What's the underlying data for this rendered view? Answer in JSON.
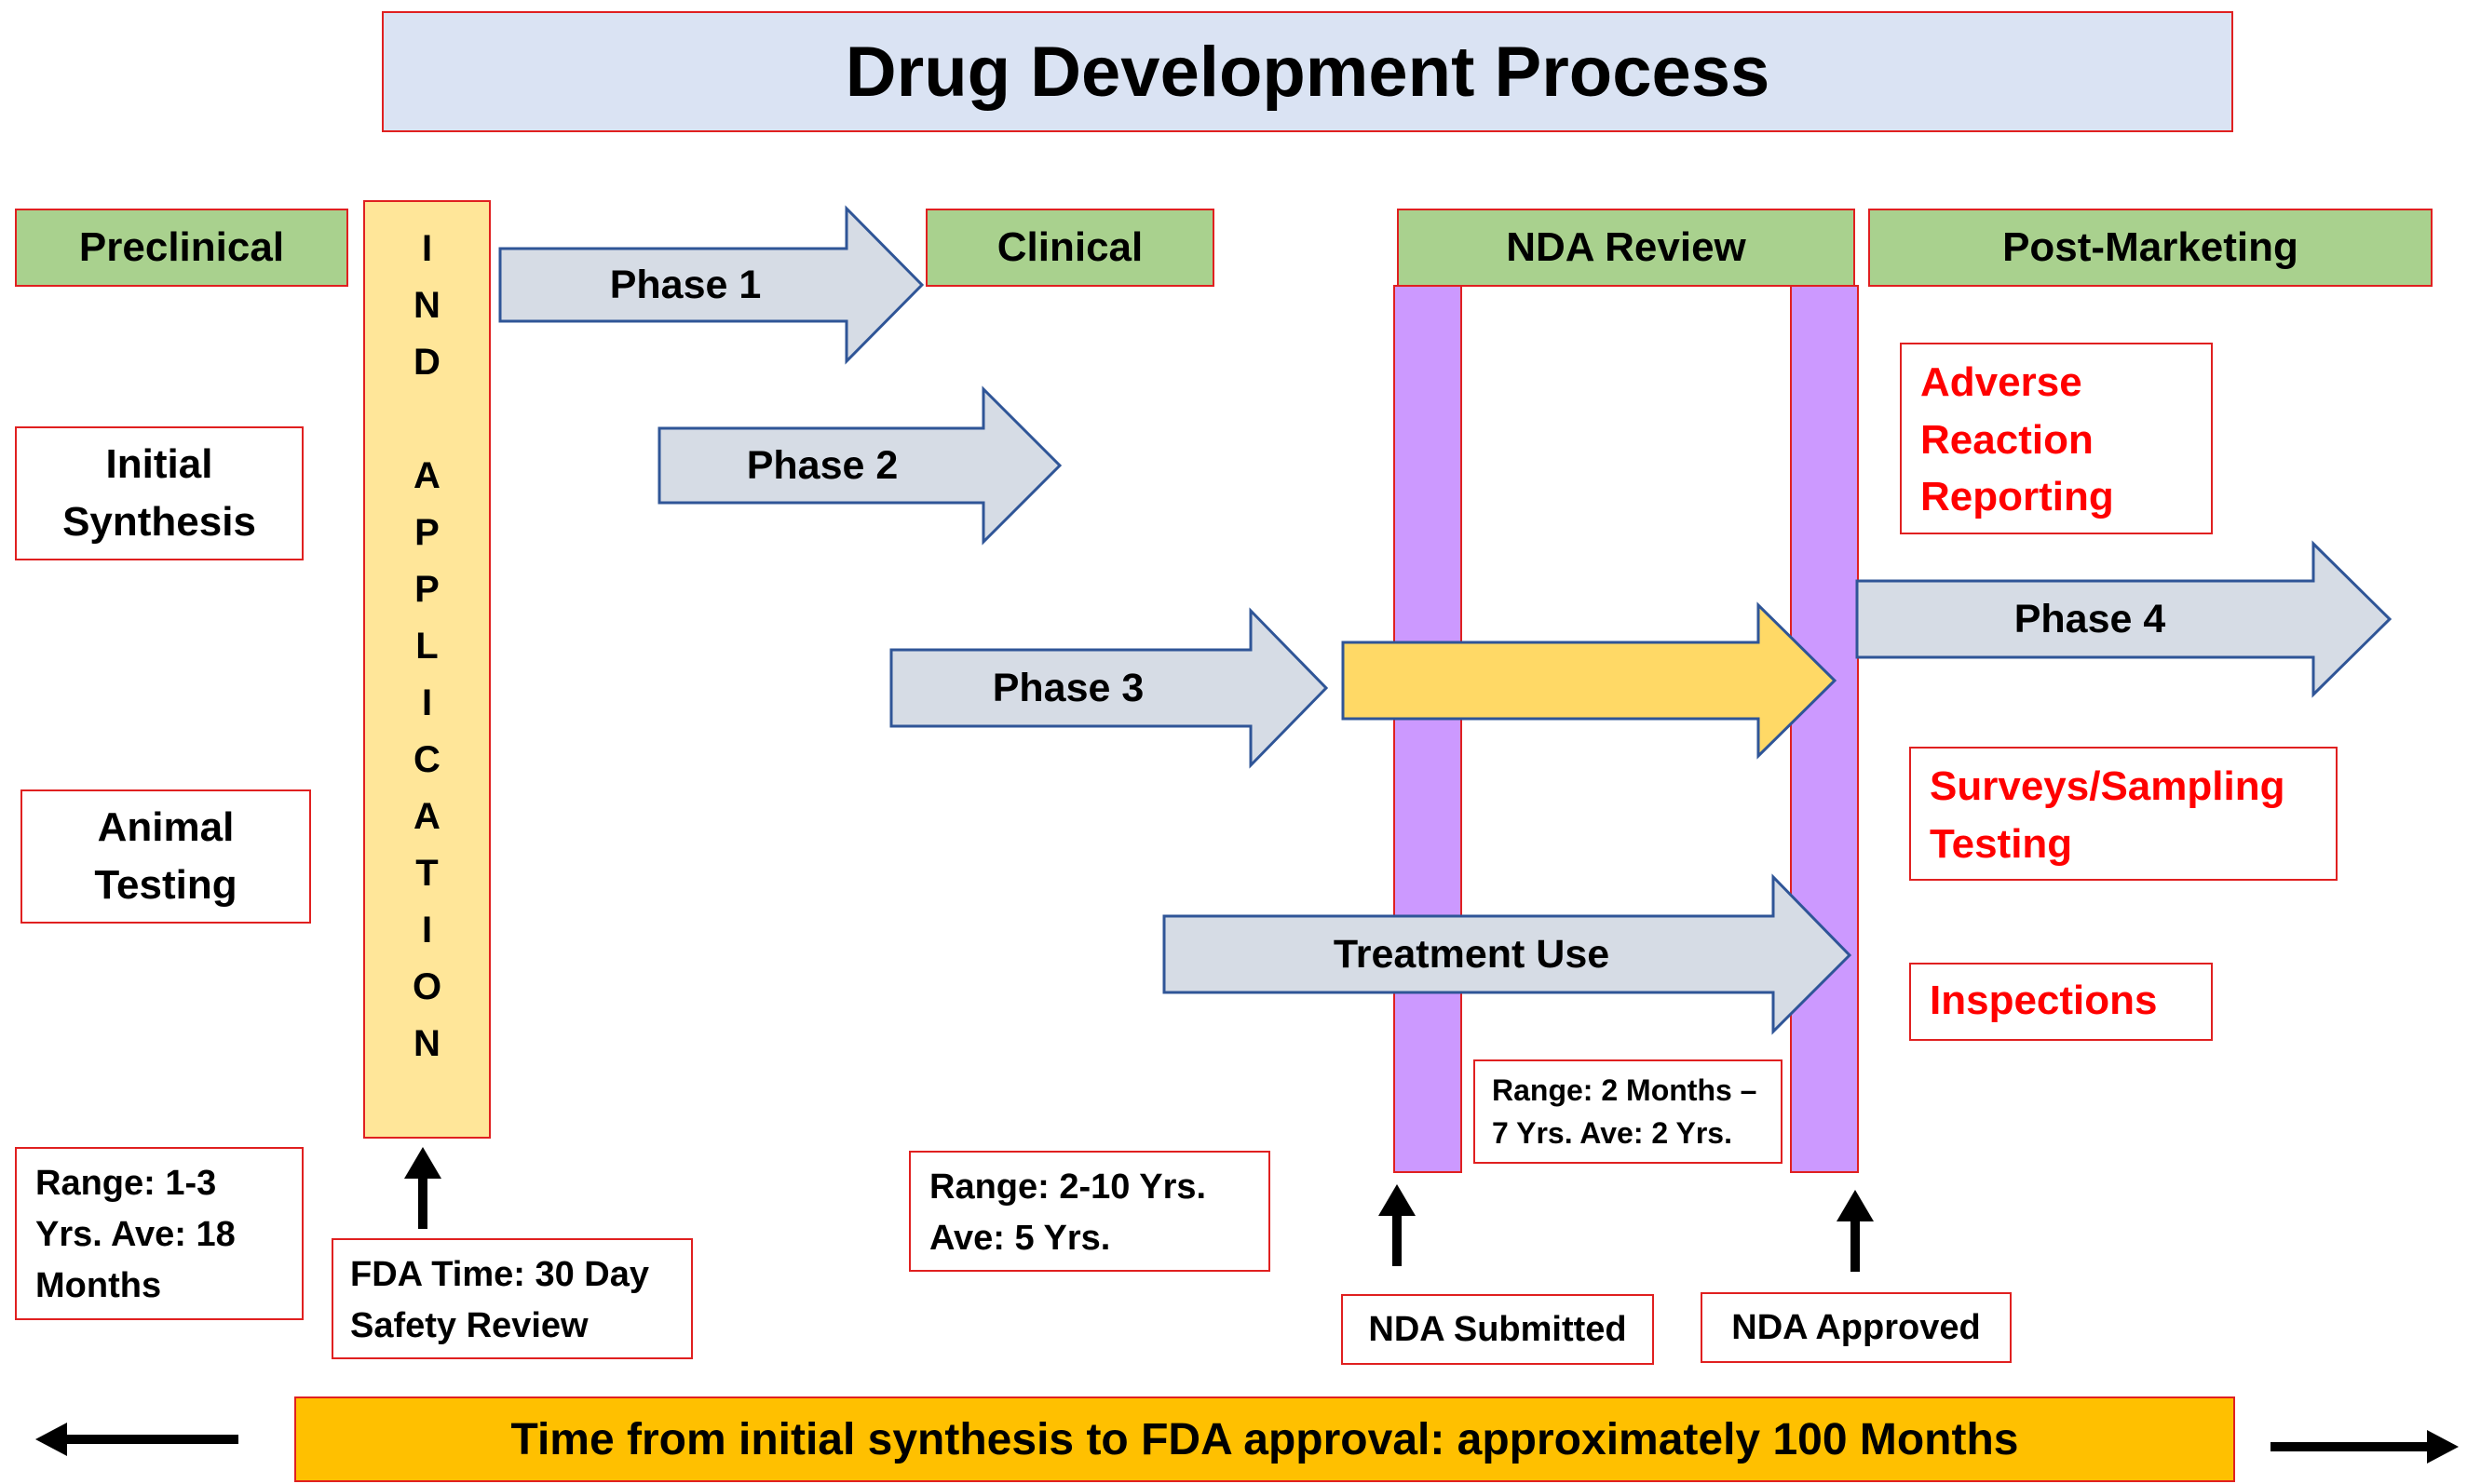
{
  "title": "Drug Development Process",
  "stages": {
    "preclinical": "Preclinical",
    "clinical": "Clinical",
    "nda_review": "NDA Review",
    "post_marketing": "Post-Marketing"
  },
  "preclinical": {
    "initial_synthesis": "Initial Synthesis",
    "animal_testing": "Animal Testing",
    "range": "Range: 1-3 Yrs.  Ave: 18 Months"
  },
  "ind_application": {
    "letters": [
      "I",
      "N",
      "D",
      "",
      "A",
      "P",
      "P",
      "L",
      "I",
      "C",
      "A",
      "T",
      "I",
      "O",
      "N"
    ]
  },
  "fda_time": "FDA Time: 30 Day Safety Review",
  "phases": {
    "phase1": "Phase 1",
    "phase2": "Phase 2",
    "phase3": "Phase 3",
    "phase4": "Phase 4",
    "treatment_use": "Treatment Use"
  },
  "clinical_range": "Range: 2-10 Yrs. Ave: 5 Yrs.",
  "nda_range": "Range: 2 Months – 7 Yrs. Ave: 2 Yrs.",
  "nda_submitted": "NDA Submitted",
  "nda_approved": "NDA Approved",
  "post_marketing": {
    "adverse": "Adverse Reaction Reporting",
    "surveys": "Surveys/Sampling Testing",
    "inspections": "Inspections"
  },
  "timeline": "Time from initial synthesis to FDA approval: approximately 100 Months",
  "colors": {
    "stage_green": "#a9d18e",
    "border_red": "#e02020",
    "arrow_fill": "#d6dce5",
    "arrow_stroke": "#2f5597",
    "ind_yellow": "#ffe699",
    "nda_purple": "#cc99ff",
    "gold_arrow": "#ffd966",
    "timebar": "#ffc000",
    "post_text_red": "#ff0000"
  }
}
